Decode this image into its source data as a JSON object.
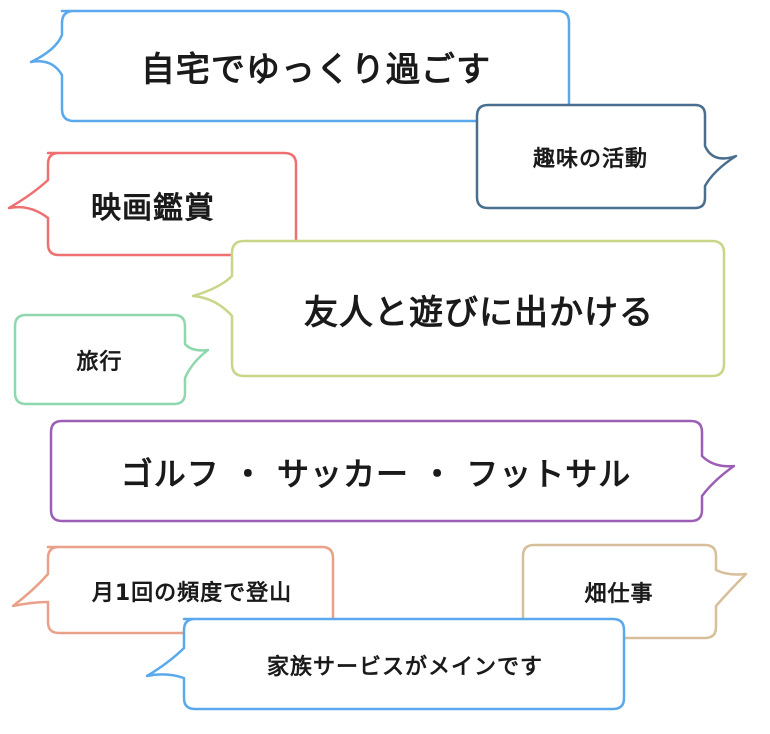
{
  "bubbles": [
    {
      "id": "home",
      "text": "自宅でゆっくり過ごす",
      "color": "#5aa9ec"
    },
    {
      "id": "hobby",
      "text": "趣味の活動",
      "color": "#4a6f8e"
    },
    {
      "id": "movie",
      "text": "映画鑑賞",
      "color": "#ee7070"
    },
    {
      "id": "friends",
      "text": "友人と遊びに出かける",
      "color": "#c9d688"
    },
    {
      "id": "travel",
      "text": "旅行",
      "color": "#8fd8ad"
    },
    {
      "id": "sports",
      "text": "ゴルフ ・ サッカー ・ フットサル",
      "color": "#9b5fb6"
    },
    {
      "id": "hiking",
      "text": "月1回の頻度で登山",
      "color": "#eba089"
    },
    {
      "id": "field",
      "text": "畑仕事",
      "color": "#d8bf9b"
    },
    {
      "id": "family",
      "text": "家族サービスがメインです",
      "color": "#5aa9ec"
    }
  ]
}
